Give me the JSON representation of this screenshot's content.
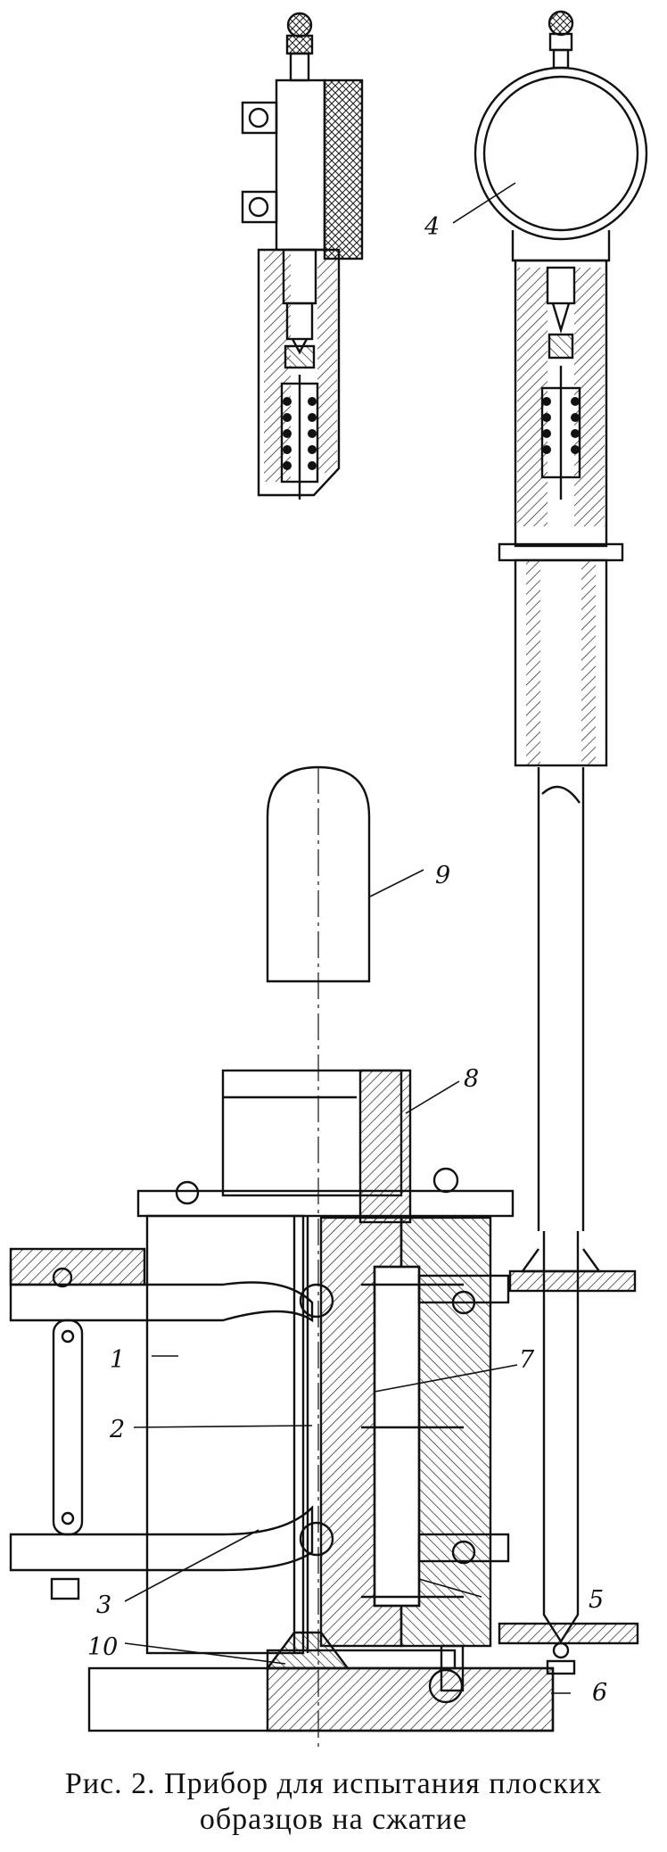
{
  "figure": {
    "caption_line1": "Рис. 2. Прибор для испытания плоских",
    "caption_line2": "образцов на сжатие",
    "callouts": [
      {
        "id": "1",
        "label": "1"
      },
      {
        "id": "2",
        "label": "2"
      },
      {
        "id": "3",
        "label": "3"
      },
      {
        "id": "4",
        "label": "4"
      },
      {
        "id": "5",
        "label": "5"
      },
      {
        "id": "6",
        "label": "6"
      },
      {
        "id": "7",
        "label": "7"
      },
      {
        "id": "8",
        "label": "8"
      },
      {
        "id": "9",
        "label": "9"
      },
      {
        "id": "10",
        "label": "10"
      }
    ]
  }
}
